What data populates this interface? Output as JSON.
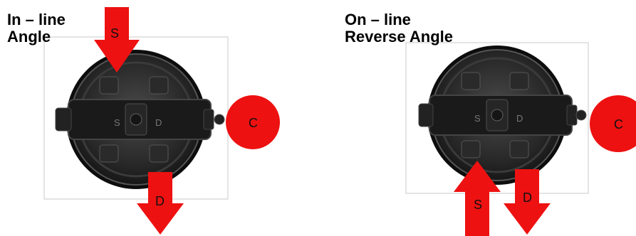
{
  "diagrams": [
    {
      "title_line1": "In – line",
      "title_line2": "Angle",
      "arrow_top_label": "S",
      "arrow_bottom_label": "D",
      "circle_label": "C",
      "port_top_label": "S",
      "port_bottom_label": "D"
    },
    {
      "title_line1": "On – line",
      "title_line2": "Reverse Angle",
      "arrow_left_label": "S",
      "arrow_right_label": "D",
      "circle_label": "C",
      "port_top_label": "S",
      "port_bottom_label": "D"
    }
  ],
  "colors": {
    "arrow": "#ee1111",
    "circle": "#ee1111",
    "body_dark": "#1c1c1c",
    "frame": "#c8c8c8"
  }
}
